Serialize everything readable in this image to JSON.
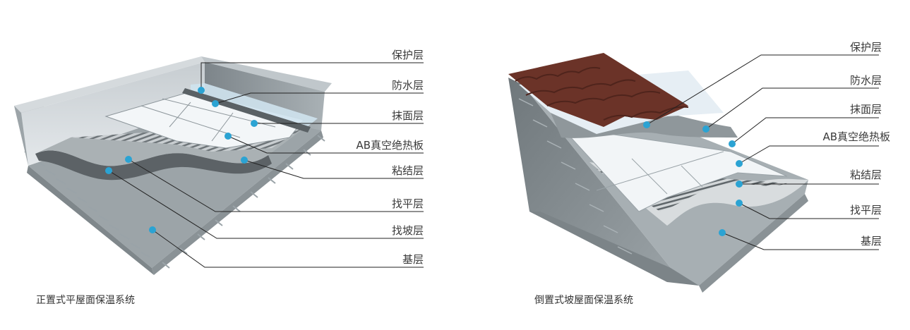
{
  "left_diagram": {
    "caption": "正置式平屋面保温系统",
    "labels": [
      "保护层",
      "防水层",
      "抹面层",
      "AB真空绝热板",
      "粘结层",
      "找平层",
      "找坡层",
      "基层"
    ]
  },
  "right_diagram": {
    "caption": "倒置式坡屋面保温系统",
    "labels": [
      "保护层",
      "防水层",
      "抹面层",
      "AB真空绝热板",
      "粘结层",
      "找平层",
      "基层"
    ]
  },
  "colors": {
    "marker_dot": "#2ba3d3",
    "leader_line": "#222222",
    "concrete": "#9aa2a6",
    "roof_tile": "#6b3328",
    "insulation_board": "#f4f7f9"
  }
}
